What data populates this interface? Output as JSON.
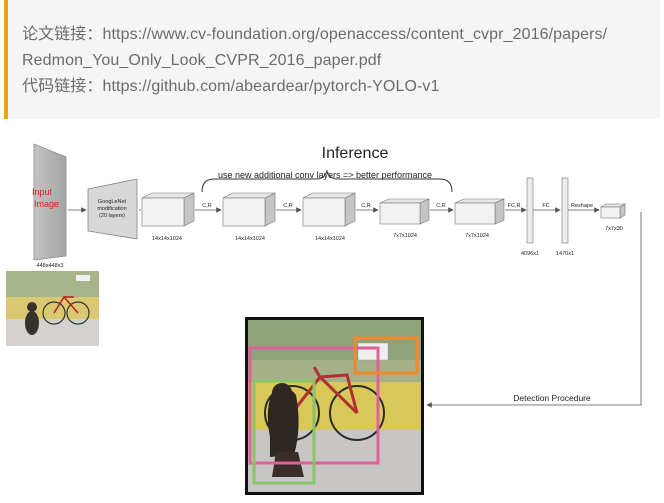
{
  "article": {
    "paper_link_label": "论文链接：",
    "paper_link_line1": "https://www.cv-foundation.org/openaccess/content_cvpr_2016/papers/",
    "paper_link_line2": "Redmon_You_Only_Look_CVPR_2016_paper.pdf",
    "code_link_label": "代码链接：",
    "code_link_url": "https://github.com/abeardear/pytorch-YOLO-v1"
  },
  "diagram": {
    "title": "Inference",
    "brace_caption": "use new additional conv layers => better performance",
    "input_label_line1": "Input",
    "input_label_line2": "Image",
    "input_size": "448x448x3",
    "googlenet_line1": "GoogLeNet",
    "googlenet_line2": "modification",
    "googlenet_line3": "(20 layers)",
    "edges": [
      "C,R",
      "C,R",
      "C,R",
      "C,R",
      "FC,R",
      "FC",
      "Reshape"
    ],
    "blocks": [
      "14x14x1024",
      "14x14x1024",
      "14x14x1024",
      "7x7x1024",
      "7x7x1024"
    ],
    "fc1": "4096x1",
    "fc2": "1470x1",
    "output": "7x7x30",
    "detection_label": "Detection Procedure",
    "colors": {
      "input_text": "#e02020",
      "box_pink": "#e0609a",
      "box_orange": "#f08a2a",
      "box_green": "#8ac46a"
    }
  }
}
